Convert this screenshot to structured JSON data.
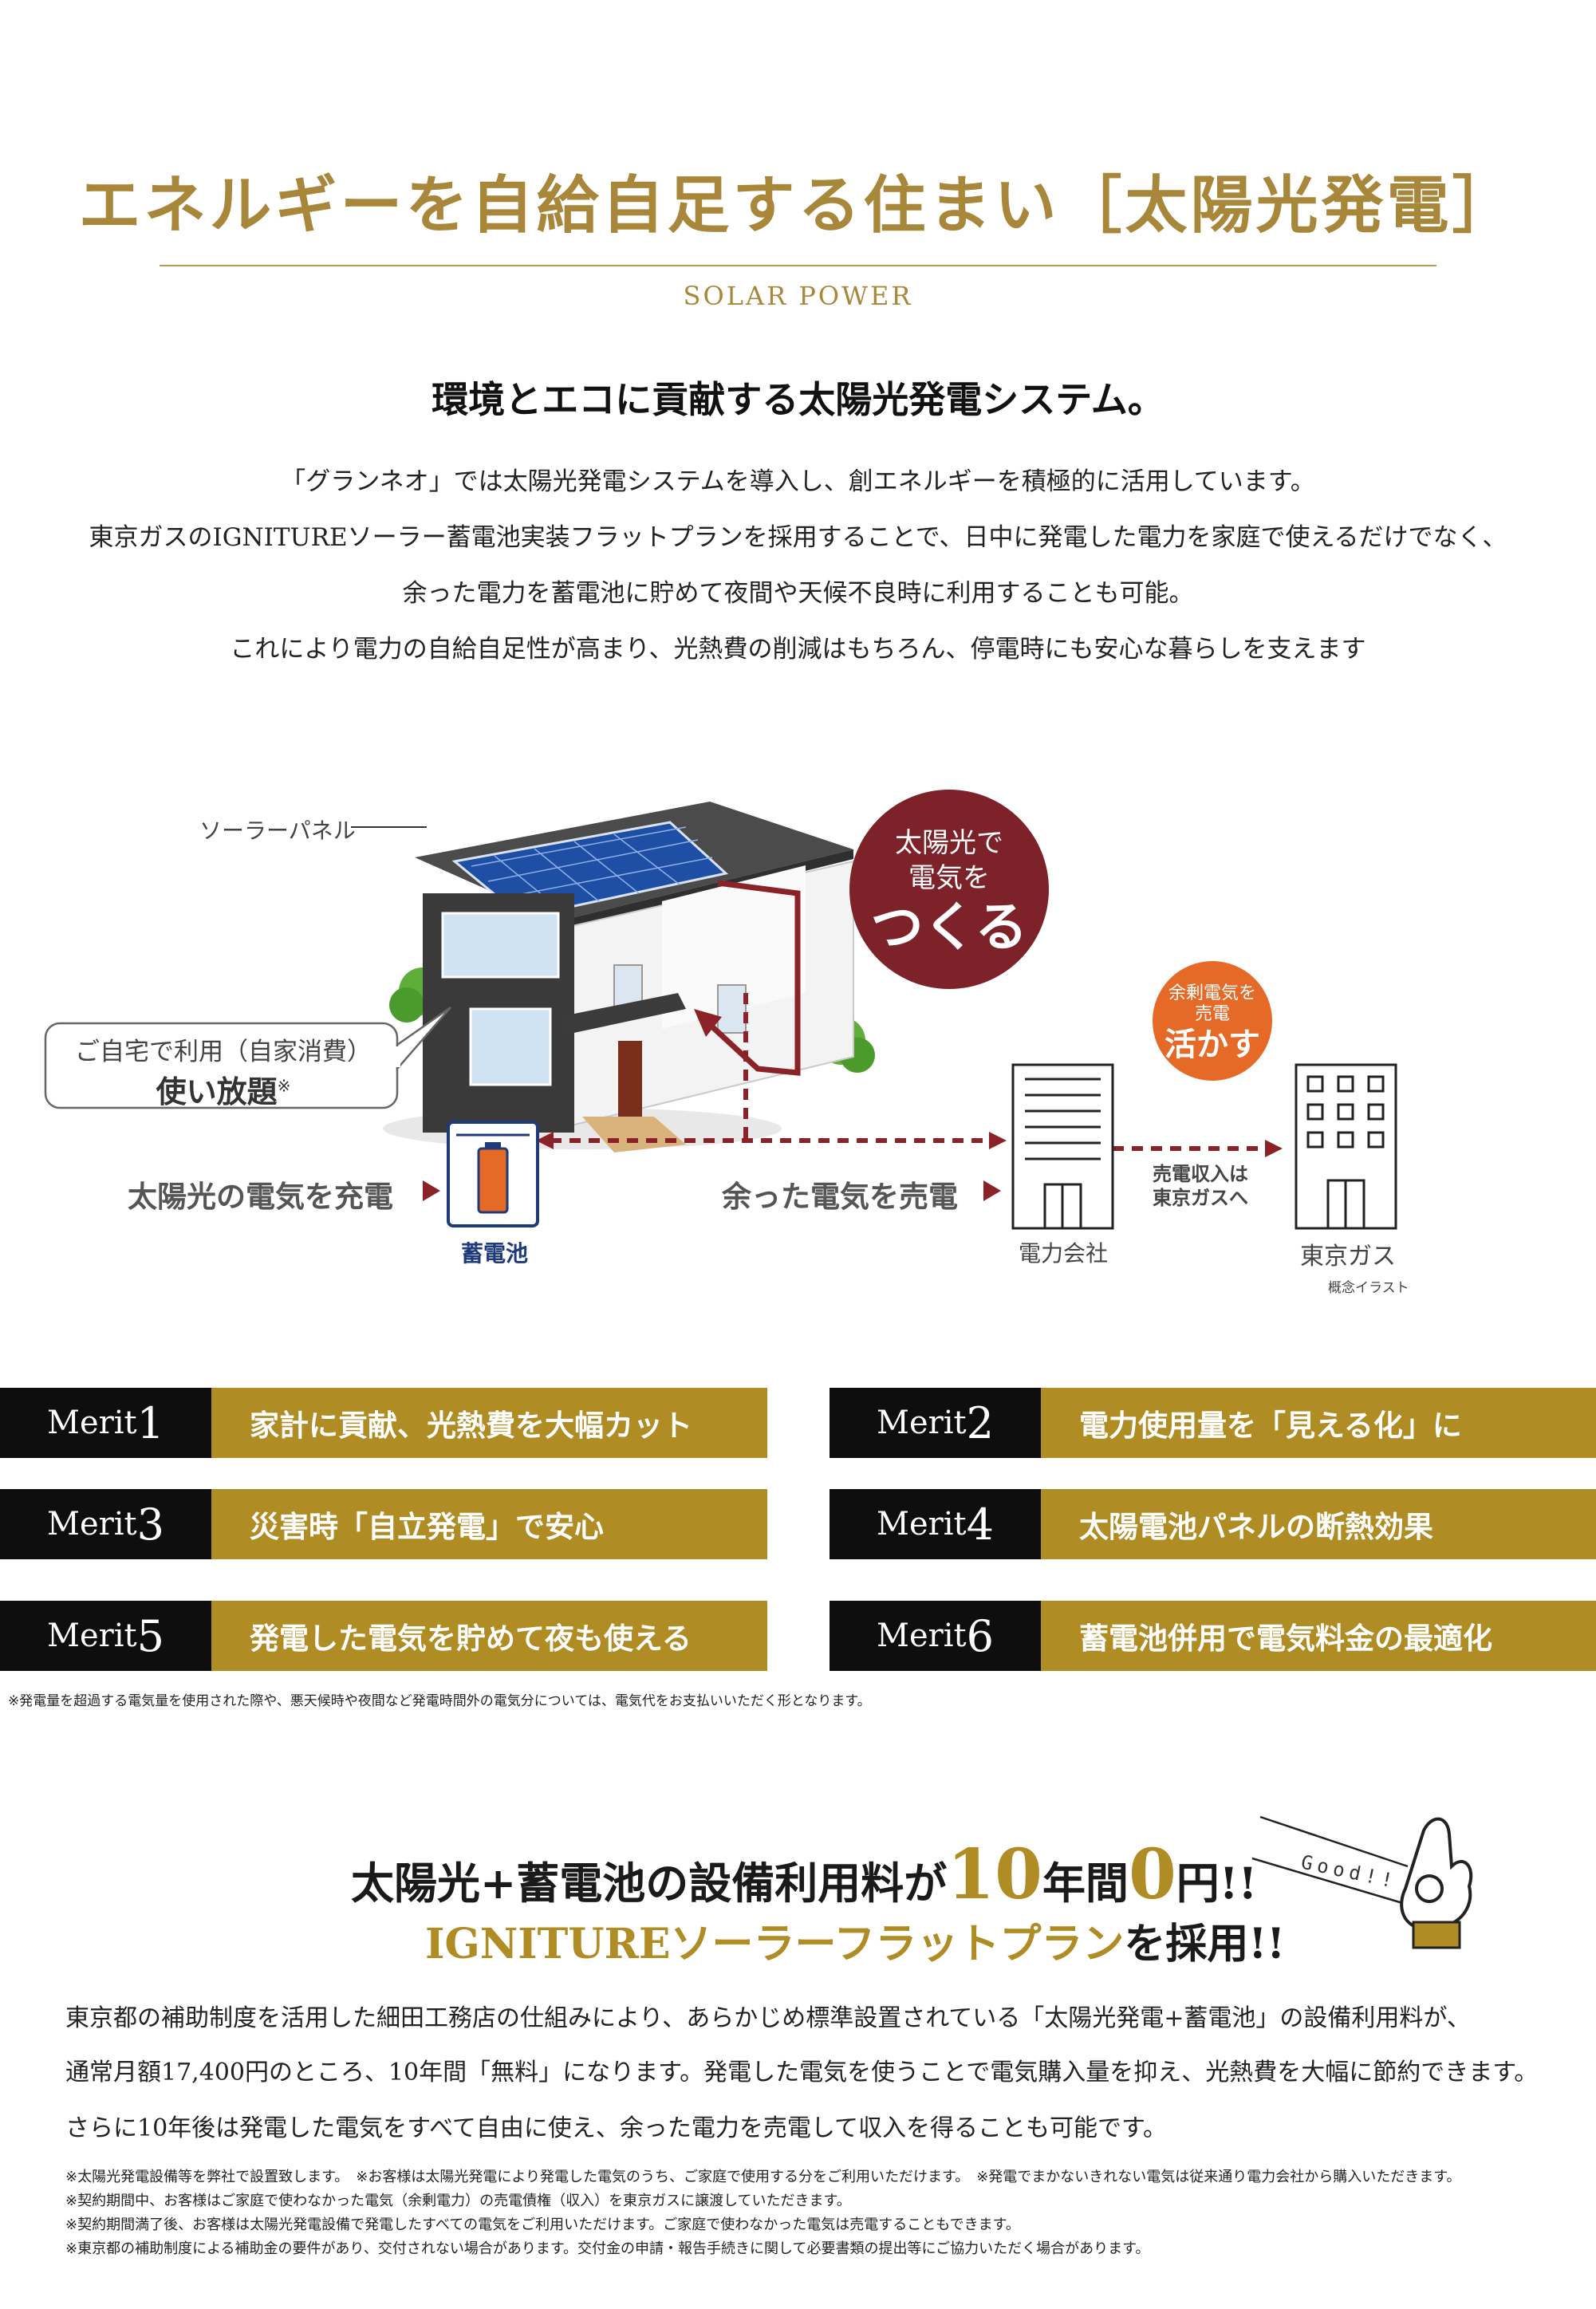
{
  "header": {
    "title": "エネルギーを自給自足する住まい［太陽光発電］",
    "subtitle": "SOLAR POWER",
    "lead": "環境とエコに貢献する太陽光発電システム。",
    "paragraphs": [
      "「グランネオ」では太陽光発電システムを導入し、創エネルギーを積極的に活用しています。",
      "東京ガスのIGNITUREソーラー蓄電池実装フラットプランを採用することで、日中に発電した電力を家庭で使えるだけでなく、",
      "余った電力を蓄電池に貯めて夜間や天候不良時に利用することも可能。",
      "これにより電力の自給自足性が高まり、光熱費の削減はもちろん、停電時にも安心な暮らしを支えます"
    ]
  },
  "diagram": {
    "solar_panel_label": "ソーラーパネル",
    "make_circle": {
      "line1": "太陽光で",
      "line2": "電気を",
      "big": "つくる"
    },
    "use_circle": {
      "line1": "余剰電気を",
      "line2": "売電",
      "big": "活かす"
    },
    "bubble": {
      "line1": "ご自宅で利用（自家消費）",
      "line2": "使い放題",
      "mark": "※"
    },
    "charge_label": "太陽光の電気を充電",
    "battery_label": "蓄電池",
    "sell_label": "余った電気を売電",
    "power_company_label": "電力会社",
    "income_label_1": "売電収入は",
    "income_label_2": "東京ガスへ",
    "tokyo_gas_label": "東京ガス",
    "concept_note": "概念イラスト",
    "colors": {
      "maroon": "#7d2228",
      "orange": "#e56a27",
      "navy": "#1e3a78",
      "gold": "#b08c24"
    }
  },
  "merits": [
    {
      "word": "Merit",
      "num": "1",
      "text": "家計に貢献、光熱費を大幅カット"
    },
    {
      "word": "Merit",
      "num": "2",
      "text": "電力使用量を「見える化」に"
    },
    {
      "word": "Merit",
      "num": "3",
      "text": "災害時「自立発電」で安心"
    },
    {
      "word": "Merit",
      "num": "4",
      "text": "太陽電池パネルの断熱効果"
    },
    {
      "word": "Merit",
      "num": "5",
      "text": "発電した電気を貯めて夜も使える"
    },
    {
      "word": "Merit",
      "num": "6",
      "text": "蓄電池併用で電気料金の最適化"
    }
  ],
  "merit_note": "※発電量を超過する電気量を使用された際や、悪天候時や夜間など発電時間外の電気分については、電気代をお支払いいただく形となります。",
  "plan": {
    "headline_a": "太陽光+蓄電池の設備利用料が",
    "headline_10": "10",
    "headline_b": "年間",
    "headline_0": "0",
    "headline_c": "円!!",
    "headline2_gold": "IGNITUREソーラーフラットプラン",
    "headline2_dark": "を採用!!",
    "good_text": "Good!!",
    "paragraphs": [
      "東京都の補助制度を活用した細田工務店の仕組みにより、あらかじめ標準設置されている「太陽光発電+蓄電池」の設備利用料が、",
      "通常月額17,400円のところ、10年間「無料」になります。発電した電気を使うことで電気購入量を抑え、光熱費を大幅に節約できます。",
      "さらに10年後は発電した電気をすべて自由に使え、余った電力を売電して収入を得ることも可能です。"
    ],
    "fine_print": [
      "※太陽光発電設備等を弊社で設置致します。　※お客様は太陽光発電により発電した電気のうち、ご家庭で使用する分をご利用いただけます。　※発電でまかないきれない電気は従来通り電力会社から購入いただきます。",
      "※契約期間中、お客様はご家庭で使わなかった電気（余剰電力）の売電債権（収入）を東京ガスに譲渡していただきます。",
      "※契約期間満了後、お客様は太陽光発電設備で発電したすべての電気をご利用いただけます。ご家庭で使わなかった電気は売電することもできます。",
      "※東京都の補助制度による補助金の要件があり、交付されない場合があります。交付金の申請・報告手続きに関して必要書類の提出等にご協力いただく場合があります。"
    ]
  }
}
